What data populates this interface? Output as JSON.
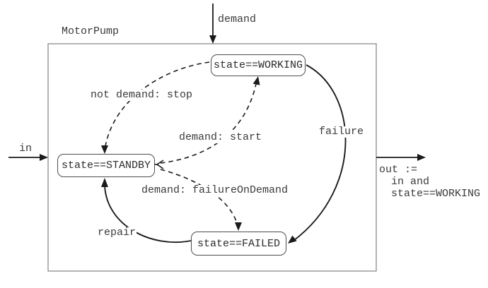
{
  "colors": {
    "line": "#1a1a1a",
    "state_border": "#4d4d4d",
    "outer_border": "#8c8c8c",
    "text": "#3a3a3a",
    "background": "#ffffff"
  },
  "diagram": {
    "title": "MotorPump",
    "input_top": {
      "label": "demand"
    },
    "input_left": {
      "label": "in"
    },
    "output_right": {
      "lines": [
        "out :=",
        "in and",
        "state==WORKING"
      ]
    },
    "states": {
      "working": {
        "label": "state==WORKING"
      },
      "standby": {
        "label": "state==STANDBY"
      },
      "failed": {
        "label": "state==FAILED"
      }
    },
    "transitions": {
      "stop": {
        "label": "not demand: stop",
        "from": "state==WORKING",
        "to": "state==STANDBY",
        "style": "dashed"
      },
      "start": {
        "label": "demand: start",
        "from": "state==STANDBY",
        "to": "state==WORKING",
        "style": "dashed"
      },
      "failure_on_demand": {
        "label": "demand: failureOnDemand",
        "from": "state==STANDBY",
        "to": "state==FAILED",
        "style": "dashed"
      },
      "failure": {
        "label": "failure",
        "from": "state==WORKING",
        "to": "state==FAILED",
        "style": "solid"
      },
      "repair": {
        "label": "repair",
        "from": "state==FAILED",
        "to": "state==STANDBY",
        "style": "solid"
      }
    }
  }
}
